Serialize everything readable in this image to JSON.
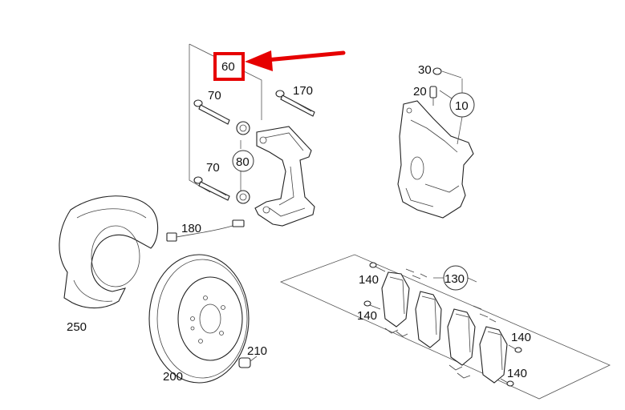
{
  "highlight": {
    "color": "#e60000",
    "target_label": "60"
  },
  "labels": {
    "p60": "60",
    "p70a": "70",
    "p70b": "70",
    "p170": "170",
    "p80": "80",
    "p30": "30",
    "p20": "20",
    "p10": "10",
    "p180": "180",
    "p250": "250",
    "p200": "200",
    "p210": "210",
    "p130": "130",
    "p140a": "140",
    "p140b": "140",
    "p140c": "140",
    "p140d": "140"
  }
}
